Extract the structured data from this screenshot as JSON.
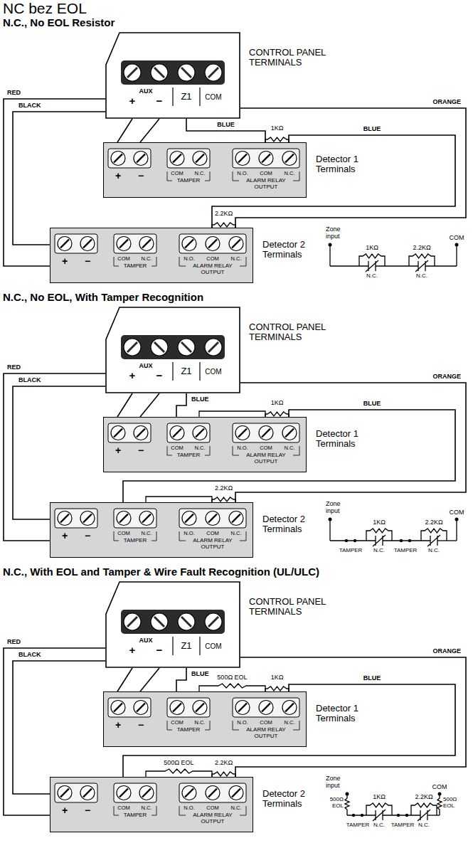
{
  "diagram": {
    "title": "NC bez EOL",
    "nodes": [
      {
        "text": [
          "CONTROL PANEL TERMINALS",
          "AUX",
          "+",
          "−",
          "Z1",
          "COM"
        ]
      },
      {
        "text": [
          "Detector 1 Terminals",
          "+",
          "−",
          "COM",
          "N.C.",
          "TAMPER",
          "N.O.",
          "COM",
          "N.C.",
          "ALARM RELAY OUTPUT"
        ]
      },
      {
        "text": [
          "Detector 2 Terminals",
          "+",
          "−",
          "COM",
          "N.C.",
          "TAMPER",
          "N.O.",
          "COM",
          "N.C.",
          "ALARM RELAY OUTPUT"
        ]
      },
      {
        "text": [
          "CONTROL PANEL TERMINALS",
          "AUX",
          "+",
          "−",
          "Z1",
          "COM"
        ]
      },
      {
        "text": [
          "Detector 1 Terminals",
          "+",
          "−",
          "COM",
          "N.C.",
          "TAMPER",
          "N.O.",
          "COM",
          "N.C.",
          "ALARM RELAY OUTPUT"
        ]
      },
      {
        "text": [
          "Detector 2 Terminals",
          "+",
          "−",
          "COM",
          "N.C.",
          "TAMPER",
          "N.O.",
          "COM",
          "N.C.",
          "ALARM RELAY OUTPUT"
        ]
      },
      {
        "text": [
          "CONTROL PANEL TERMINALS",
          "AUX",
          "+",
          "−",
          "Z1",
          "COM"
        ]
      },
      {
        "text": [
          "Detector 1 Terminals",
          "+",
          "−",
          "COM",
          "N.C.",
          "TAMPER",
          "N.O.",
          "COM",
          "N.C.",
          "ALARM RELAY OUTPUT"
        ]
      },
      {
        "text": [
          "Detector 2 Terminals",
          "+",
          "−",
          "COM",
          "N.C.",
          "TAMPER",
          "N.O.",
          "COM",
          "N.C.",
          "ALARM RELAY OUTPUT"
        ]
      }
    ],
    "edges": [
      {
        "from": 0,
        "to": 1,
        "arrow": "none"
      },
      {
        "from": 0,
        "to": 1,
        "arrow": "none"
      },
      {
        "from": 0,
        "to": 1,
        "label": "BLUE",
        "arrow": "none"
      },
      {
        "from": 1,
        "to": 2,
        "label": "BLUE",
        "arrow": "none"
      },
      {
        "from": 0,
        "to": 2,
        "label": "RED",
        "arrow": "none"
      },
      {
        "from": 0,
        "to": 2,
        "label": "BLACK",
        "arrow": "none"
      },
      {
        "from": 0,
        "to": 2,
        "label": "ORANGE",
        "arrow": "none"
      },
      {
        "from": 3,
        "to": 4,
        "arrow": "none"
      },
      {
        "from": 3,
        "to": 4,
        "arrow": "none"
      },
      {
        "from": 3,
        "to": 4,
        "label": "BLUE",
        "arrow": "none"
      },
      {
        "from": 4,
        "to": 5,
        "label": "BLUE",
        "arrow": "none"
      },
      {
        "from": 3,
        "to": 5,
        "label": "RED",
        "arrow": "none"
      },
      {
        "from": 3,
        "to": 5,
        "label": "BLACK",
        "arrow": "none"
      },
      {
        "from": 3,
        "to": 5,
        "label": "ORANGE",
        "arrow": "none"
      },
      {
        "from": 6,
        "to": 7,
        "arrow": "none"
      },
      {
        "from": 6,
        "to": 7,
        "arrow": "none"
      },
      {
        "from": 6,
        "to": 7,
        "label": "BLUE",
        "arrow": "none"
      },
      {
        "from": 7,
        "to": 8,
        "label": "BLUE",
        "arrow": "none"
      },
      {
        "from": 6,
        "to": 8,
        "label": "RED",
        "arrow": "none"
      },
      {
        "from": 6,
        "to": 8,
        "label": "BLACK",
        "arrow": "none"
      },
      {
        "from": 6,
        "to": 8,
        "label": "ORANGE",
        "arrow": "none"
      }
    ],
    "labels": [
      "N.C., No EOL Resistor",
      "1KΩ",
      "2.2KΩ",
      "Zone input",
      "1KΩ",
      "2.2KΩ",
      "N.C.",
      "N.C.",
      "COM",
      "N.C., No EOL, With Tamper Recognition",
      "1KΩ",
      "2.2KΩ",
      "Zone input",
      "1KΩ",
      "2.2KΩ",
      "TAMPER",
      "N.C.",
      "TAMPER",
      "N.C.",
      "COM",
      "N.C., With EOL and Tamper & Wire Fault Recognition (UL/ULC)",
      "500Ω EOL",
      "1KΩ",
      "500Ω EOL",
      "2.2KΩ",
      "Zone input",
      "500Ω EOL",
      "1KΩ",
      "2.2KΩ",
      "500Ω EOL",
      "TAMPER",
      "N.C.",
      "TAMPER",
      "N.C.",
      "COM"
    ]
  }
}
